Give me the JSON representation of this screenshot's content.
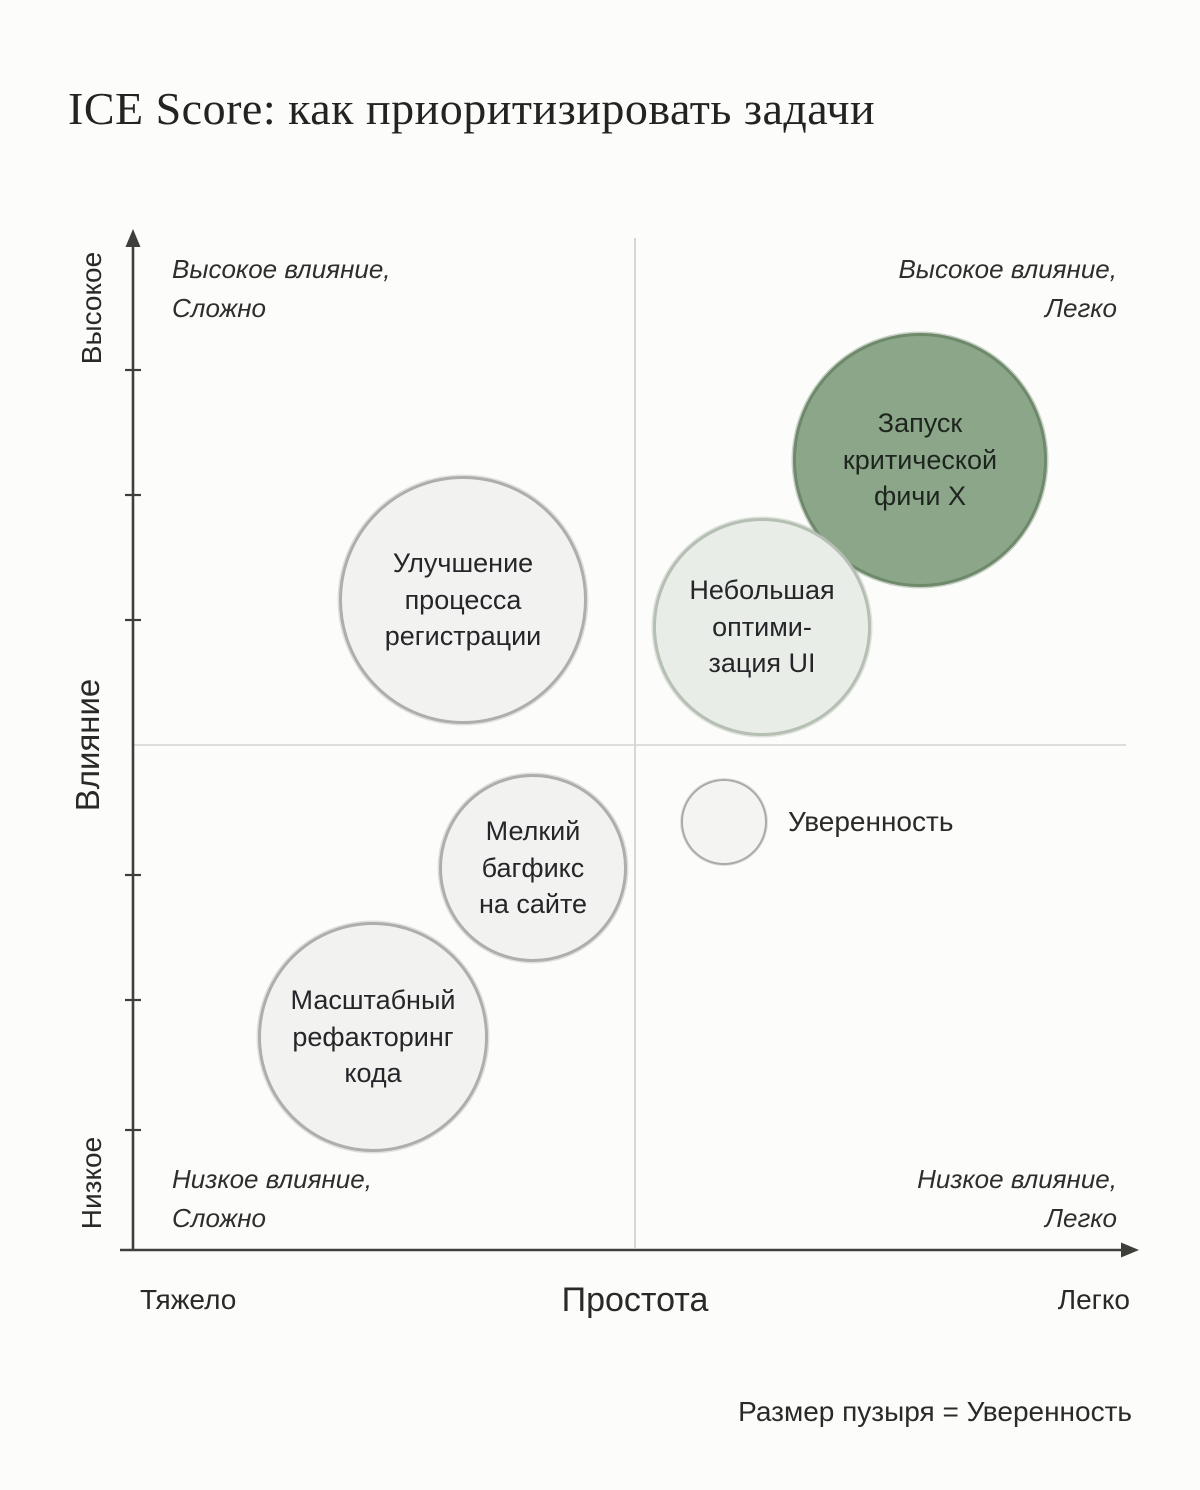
{
  "title": "ICE Score: как приоритизировать задачи",
  "chart_data": {
    "type": "scatter",
    "subtype": "bubble-quadrant",
    "title": "ICE Score: как приоритизировать задачи",
    "xlabel": "Простота",
    "ylabel": "Влияние",
    "axes": {
      "y_title": "Влияние",
      "y_top": "Высокое",
      "y_bottom": "Низкое",
      "x_title": "Простота",
      "x_left": "Тяжело",
      "x_right": "Легко"
    },
    "quadrants": {
      "top_left": "Высокое влияние,\nСложно",
      "top_right": "Высокое влияние,\nЛегко",
      "bottom_left": "Низкое влияние,\nСложно",
      "bottom_right": "Низкое влияние,\nЛегко"
    },
    "bubbles": [
      {
        "label": "Запуск\nкритической\nфичи X",
        "ease": 0.79,
        "impact": 0.78,
        "size": 1.0,
        "fill": "#8ca689",
        "stroke": "#6e8a6b",
        "highlighted": true
      },
      {
        "label": "Улучшение\nпроцесса\nрегистрации",
        "ease": 0.33,
        "impact": 0.64,
        "size": 0.97,
        "fill": "#f2f2f0",
        "stroke": "#aeaeaa",
        "highlighted": false
      },
      {
        "label": "Небольшая\nоптими-\nзация UI",
        "ease": 0.63,
        "impact": 0.61,
        "size": 0.86,
        "fill": "#e9ede7",
        "stroke": "#b6bfb3",
        "highlighted": false
      },
      {
        "label": "Мелкий\nбагфикс\nна сайте",
        "ease": 0.4,
        "impact": 0.38,
        "size": 0.74,
        "fill": "#f2f2f0",
        "stroke": "#aeaeaa",
        "highlighted": false
      },
      {
        "label": "Масштабный\nрефакторинг\nкода",
        "ease": 0.24,
        "impact": 0.21,
        "size": 0.9,
        "fill": "#f2f2f0",
        "stroke": "#aeaeaa",
        "highlighted": false
      }
    ],
    "legend": {
      "bubble_label": "Уверенность",
      "note": "Размер пузыря = Уверенность"
    },
    "colors": {
      "highlight_bubble": "#8ca689",
      "default_bubble": "#f2f2f0",
      "greenish_bubble": "#e9ede7",
      "axis": "#3e3e3b",
      "gridline": "#cccccb",
      "background": "#fcfcfa"
    },
    "grid": "quadrant-cross",
    "legend_position": "center-right-and-bottom"
  }
}
